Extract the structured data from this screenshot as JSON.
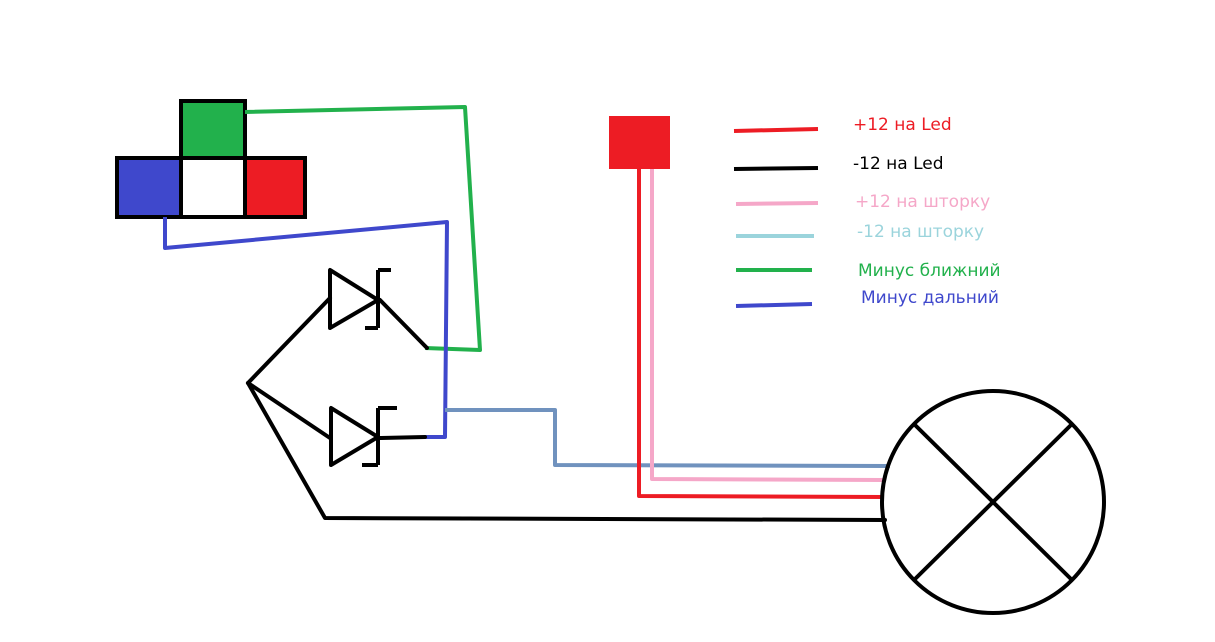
{
  "colors": {
    "red": "#ed1c24",
    "black": "#000000",
    "pink": "#f5a7c8",
    "light_blue": "#9bd4dc",
    "green": "#22b14c",
    "blue": "#3f48cc",
    "steel_blue": "#7092be"
  },
  "legend": [
    {
      "label": "+12 на Led",
      "color": "#ed1c24"
    },
    {
      "label": "-12 на Led",
      "color": "#000000"
    },
    {
      "label": "+12 на шторку",
      "color": "#f5a7c8"
    },
    {
      "label": "-12 на шторку",
      "color": "#9bd4dc"
    },
    {
      "label": "Минус ближний",
      "color": "#22b14c"
    },
    {
      "label": "Минус дальний",
      "color": "#3f48cc"
    }
  ],
  "components": {
    "connector_blocks": [
      "green",
      "blue",
      "white",
      "red"
    ],
    "power_block": "red",
    "diodes": 2,
    "lamp": "lamp-cross-circle"
  }
}
